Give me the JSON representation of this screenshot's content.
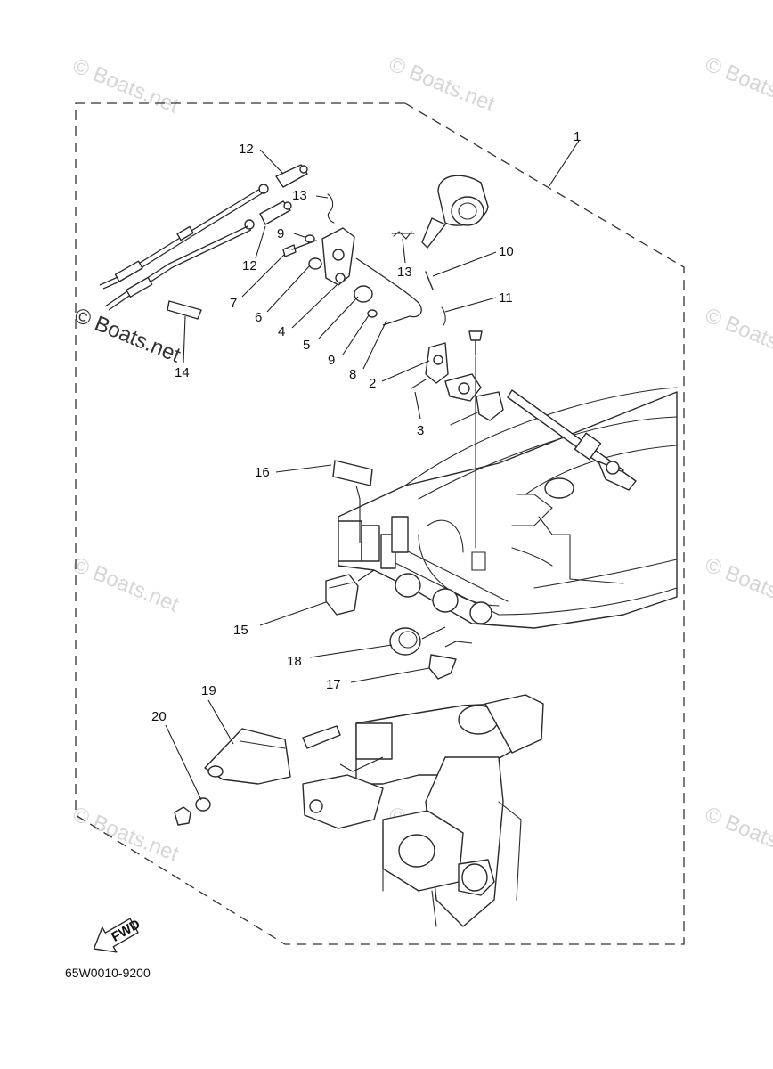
{
  "diagram": {
    "part_number_code": "65W0010-9200",
    "fwd_label": "FWD",
    "watermark": "© Boats.net",
    "callouts": [
      {
        "id": "c1",
        "label": "1"
      },
      {
        "id": "c2",
        "label": "2"
      },
      {
        "id": "c3",
        "label": "3"
      },
      {
        "id": "c4",
        "label": "4"
      },
      {
        "id": "c5",
        "label": "5"
      },
      {
        "id": "c6",
        "label": "6"
      },
      {
        "id": "c7",
        "label": "7"
      },
      {
        "id": "c8",
        "label": "8"
      },
      {
        "id": "c9a",
        "label": "9"
      },
      {
        "id": "c9b",
        "label": "9"
      },
      {
        "id": "c10",
        "label": "10"
      },
      {
        "id": "c11",
        "label": "11"
      },
      {
        "id": "c12a",
        "label": "12"
      },
      {
        "id": "c12b",
        "label": "12"
      },
      {
        "id": "c13a",
        "label": "13"
      },
      {
        "id": "c13b",
        "label": "13"
      },
      {
        "id": "c14",
        "label": "14"
      },
      {
        "id": "c15",
        "label": "15"
      },
      {
        "id": "c16",
        "label": "16"
      },
      {
        "id": "c17",
        "label": "17"
      },
      {
        "id": "c18",
        "label": "18"
      },
      {
        "id": "c19",
        "label": "19"
      },
      {
        "id": "c20",
        "label": "20"
      }
    ]
  }
}
